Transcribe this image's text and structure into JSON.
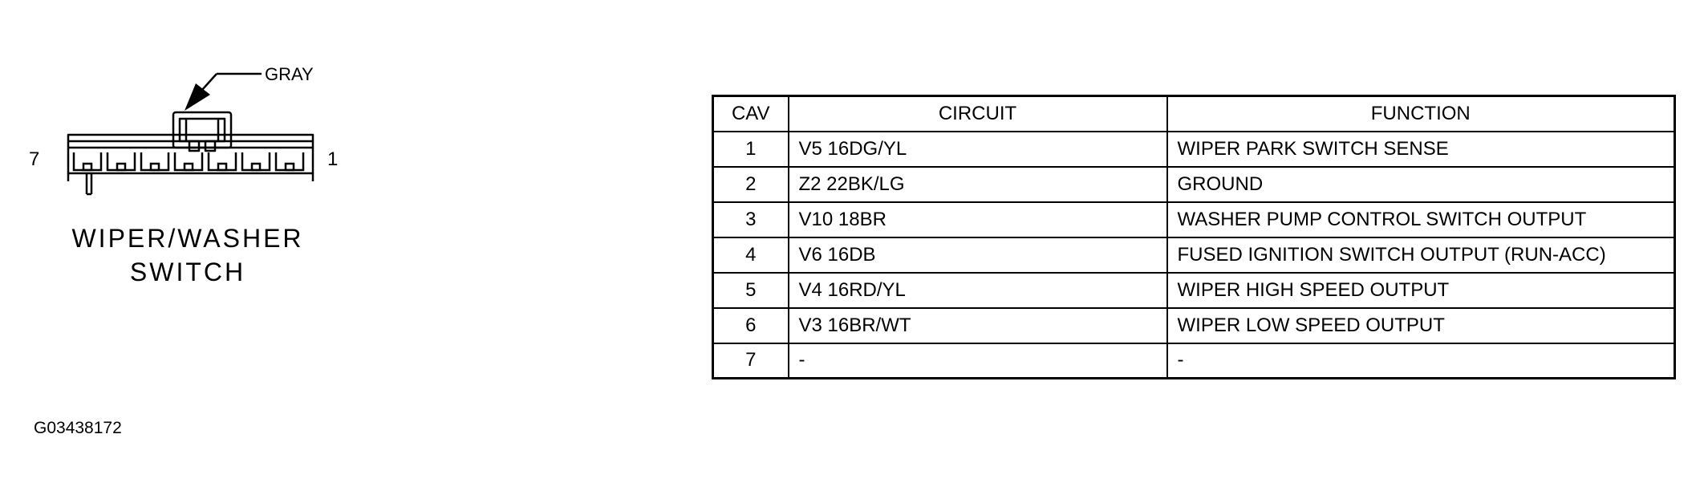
{
  "connector": {
    "color_label": "GRAY",
    "pin_left": "7",
    "pin_right": "1",
    "name_line1": "WIPER/WASHER",
    "name_line2": "SWITCH"
  },
  "table": {
    "headers": {
      "cav": "CAV",
      "circuit": "CIRCUIT",
      "function": "FUNCTION"
    },
    "rows": [
      {
        "cav": "1",
        "circuit": "V5 16DG/YL",
        "function": "WIPER PARK SWITCH SENSE"
      },
      {
        "cav": "2",
        "circuit": "Z2 22BK/LG",
        "function": "GROUND"
      },
      {
        "cav": "3",
        "circuit": "V10 18BR",
        "function": "WASHER PUMP CONTROL SWITCH OUTPUT"
      },
      {
        "cav": "4",
        "circuit": "V6 16DB",
        "function": "FUSED IGNITION SWITCH OUTPUT (RUN-ACC)"
      },
      {
        "cav": "5",
        "circuit": "V4 16RD/YL",
        "function": "WIPER HIGH SPEED OUTPUT"
      },
      {
        "cav": "6",
        "circuit": "V3 16BR/WT",
        "function": "WIPER LOW SPEED OUTPUT"
      },
      {
        "cav": "7",
        "circuit": "-",
        "function": "-"
      }
    ]
  },
  "figure_id": "G03438172",
  "colors": {
    "line": "#000000",
    "background": "#ffffff"
  }
}
